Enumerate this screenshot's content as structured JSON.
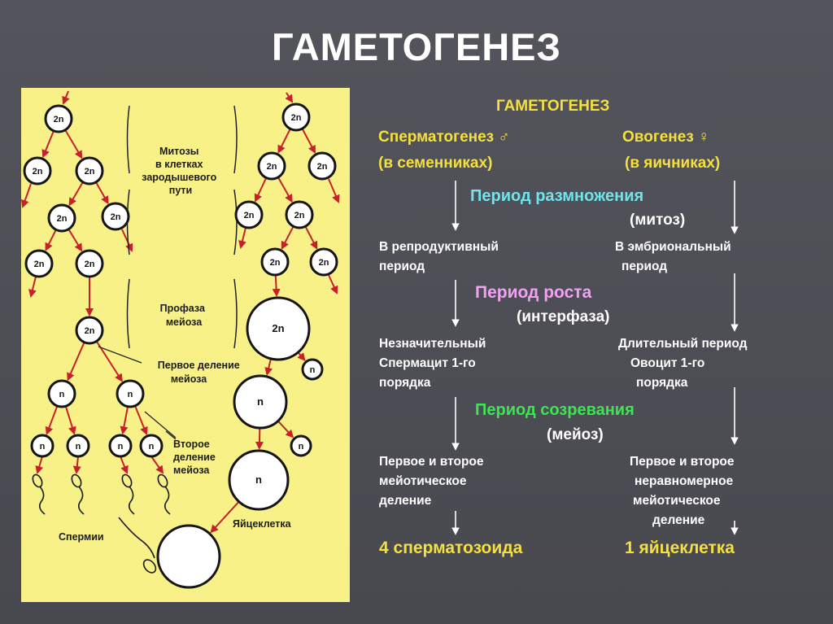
{
  "slide_title": "ГАМЕТОГЕНЕЗ",
  "figure": {
    "diploid": "2n",
    "haploid": "n",
    "label_mitosis": [
      "Митозы",
      "в клетках",
      "зародышевого",
      "пути"
    ],
    "label_prophase": [
      "Профаза",
      "мейоза"
    ],
    "label_first_division": [
      "Первое деление",
      "мейоза"
    ],
    "label_second_division": [
      "Второе",
      "деление",
      "мейоза"
    ],
    "label_sperm": "Спермии",
    "label_egg": "Яйцеклетка"
  },
  "scheme": {
    "heading": "ГАМЕТОГЕНЕЗ",
    "male_title": "Сперматогенез ♂",
    "male_place": "(в семенниках)",
    "female_title": "Овогенез ♀",
    "female_place": "(в яичниках)",
    "phase1_name": "Период размножения",
    "phase1_process": "(митоз)",
    "male_phase1": [
      "В репродуктивный",
      "период"
    ],
    "female_phase1": [
      "В эмбриональный",
      "период"
    ],
    "phase2_name": "Период  роста",
    "phase2_process": "(интерфаза)",
    "male_phase2": [
      "Незначительный",
      "Спермацит 1-го",
      "порядка"
    ],
    "female_phase2": [
      "Длительный период",
      "Овоцит 1-го",
      "порядка"
    ],
    "phase3_name": "Период созревания",
    "phase3_process": "(мейоз)",
    "male_phase3": [
      "Первое и второе",
      "мейотическое",
      "деление"
    ],
    "female_phase3": [
      "Первое и второе",
      "неравномерное",
      "мейотическое",
      "деление"
    ],
    "male_result": "4 сперматозоида",
    "female_result": "1 яйцеклетка"
  },
  "colors": {
    "background": "#4c4c55",
    "panel": "#f8f188",
    "arrow_red": "#c8202a",
    "yellow_text": "#f4e040",
    "cyan_text": "#6fe4ea",
    "pink_text": "#f4a0f4",
    "green_text": "#3ee454"
  }
}
